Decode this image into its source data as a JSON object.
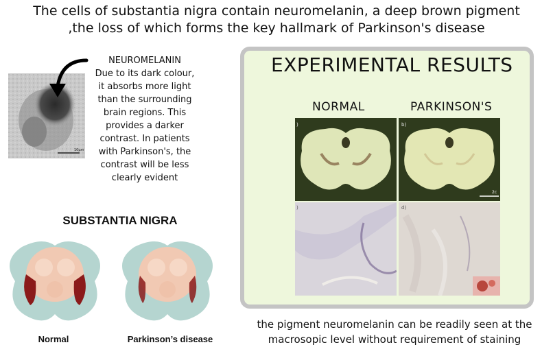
{
  "header": {
    "line1": "The cells of substantia nigra contain neuromelanin, a deep brown pigment",
    "line2": ",the loss of which forms the key hallmark of Parkinson's disease"
  },
  "neuromelanin": {
    "heading": "NEUROMELANIN",
    "lines": [
      "Due to its dark colour,",
      "it absorbs more light",
      "than the surrounding",
      "brain regions. This",
      "provides a darker",
      "contrast. In patients",
      "with Parkinson's, the",
      "contrast will be less",
      "clearly evident"
    ],
    "scale_label": "10µm"
  },
  "substantia_nigra": {
    "title": "SUBSTANTIA NIGRA",
    "normal_label": "Normal",
    "parkinsons_label": "Parkinson’s disease"
  },
  "experiment": {
    "title": "EXPERIMENTAL RESULTS",
    "col_normal": "NORMAL",
    "col_parkinsons": "PARKINSON'S",
    "panel_a": ")",
    "panel_b": "b)",
    "panel_c": ")",
    "panel_d": "d)",
    "scale_label": "2c"
  },
  "caption": {
    "line1": "the pigment neuromelanin can be readily seen at the",
    "line2": "macrosopic level without requirement of staining"
  },
  "colors": {
    "panel_bg": "#eef7dc",
    "panel_border": "#c4c4c4",
    "pigment": "#8b1a1a",
    "gross_bg": "#2f3b1d"
  }
}
